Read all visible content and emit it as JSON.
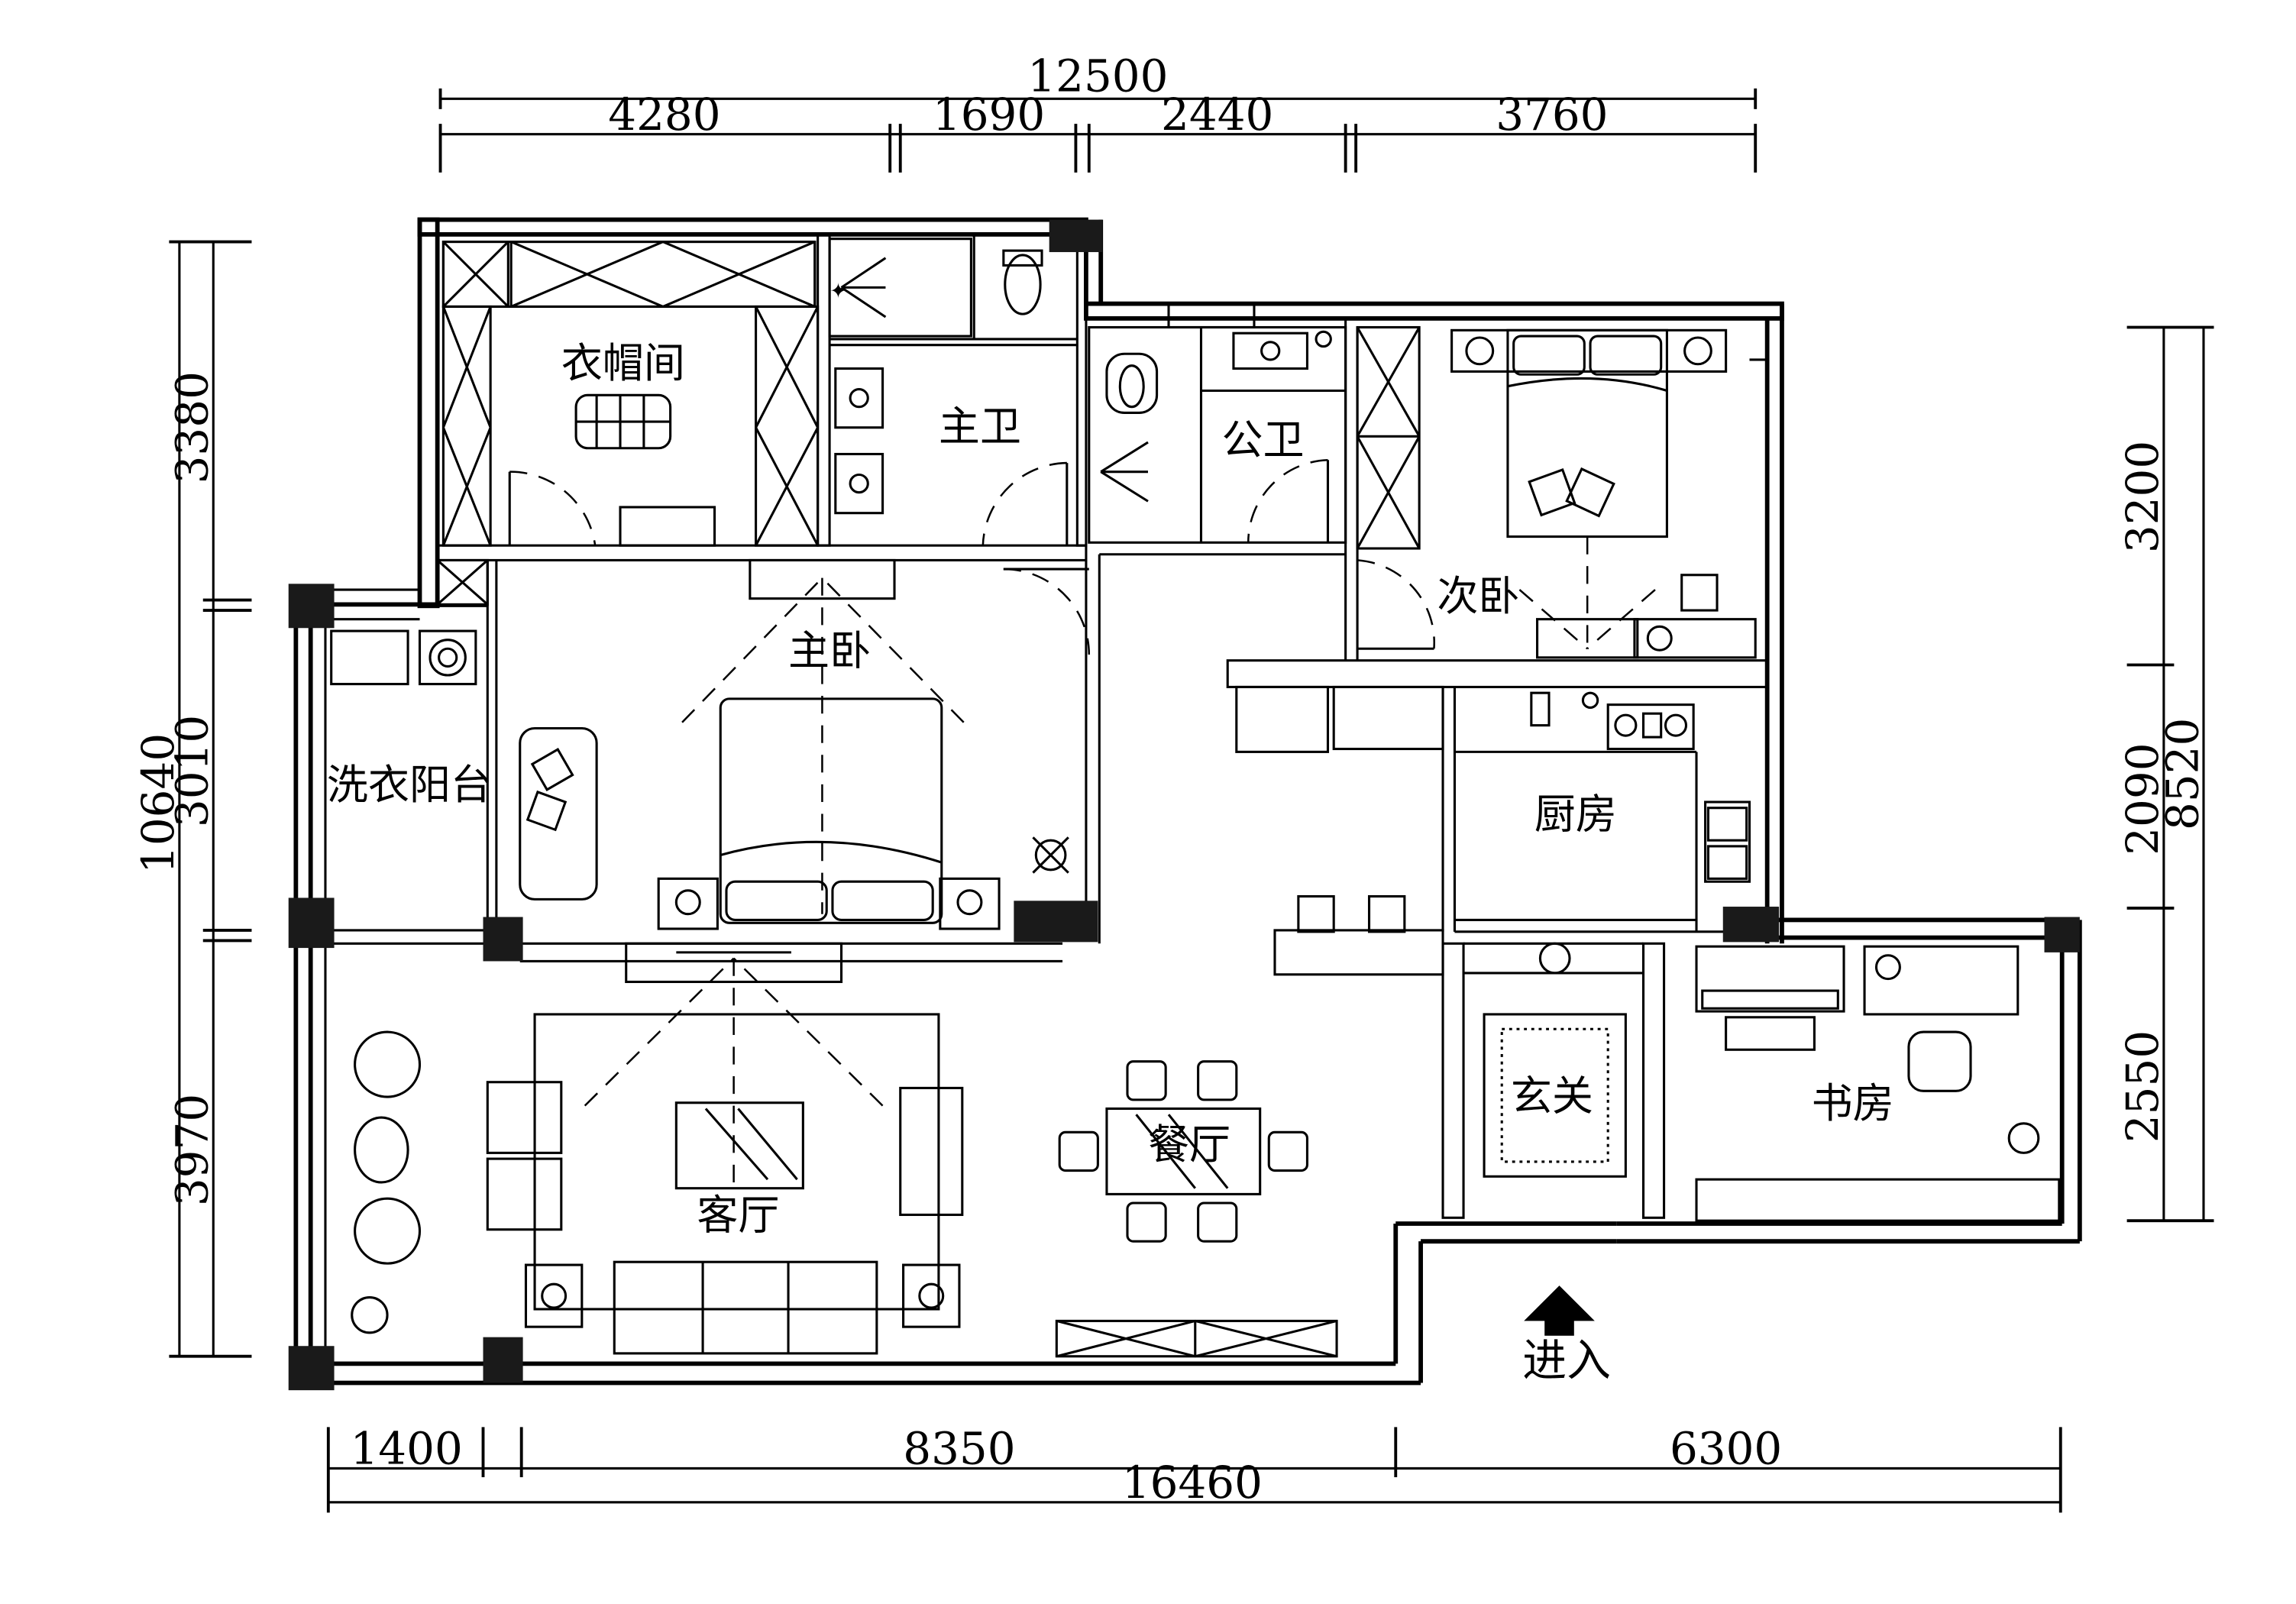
{
  "plan": {
    "entrance_label": "进入",
    "rooms": {
      "walk_in_closet": "衣帽间",
      "master_bath": "主卫",
      "public_bath": "公卫",
      "second_bedroom": "次卧",
      "master_bedroom": "主卧",
      "laundry_balcony": "洗衣阳台",
      "kitchen": "厨房",
      "living_room": "客厅",
      "dining_room": "餐厅",
      "foyer": "玄关",
      "study": "书房"
    },
    "dimensions": {
      "top_total": "12500",
      "top_1": "4280",
      "top_2": "1690",
      "top_3": "2440",
      "top_4": "3760",
      "bottom_total": "16460",
      "bottom_1": "1400",
      "bottom_2": "8350",
      "bottom_3": "6300",
      "left_total": "10640",
      "left_1": "3380",
      "left_2": "3010",
      "left_3": "3970",
      "right_total": "8520",
      "right_1": "3200",
      "right_2": "2090",
      "right_3": "2550"
    }
  }
}
